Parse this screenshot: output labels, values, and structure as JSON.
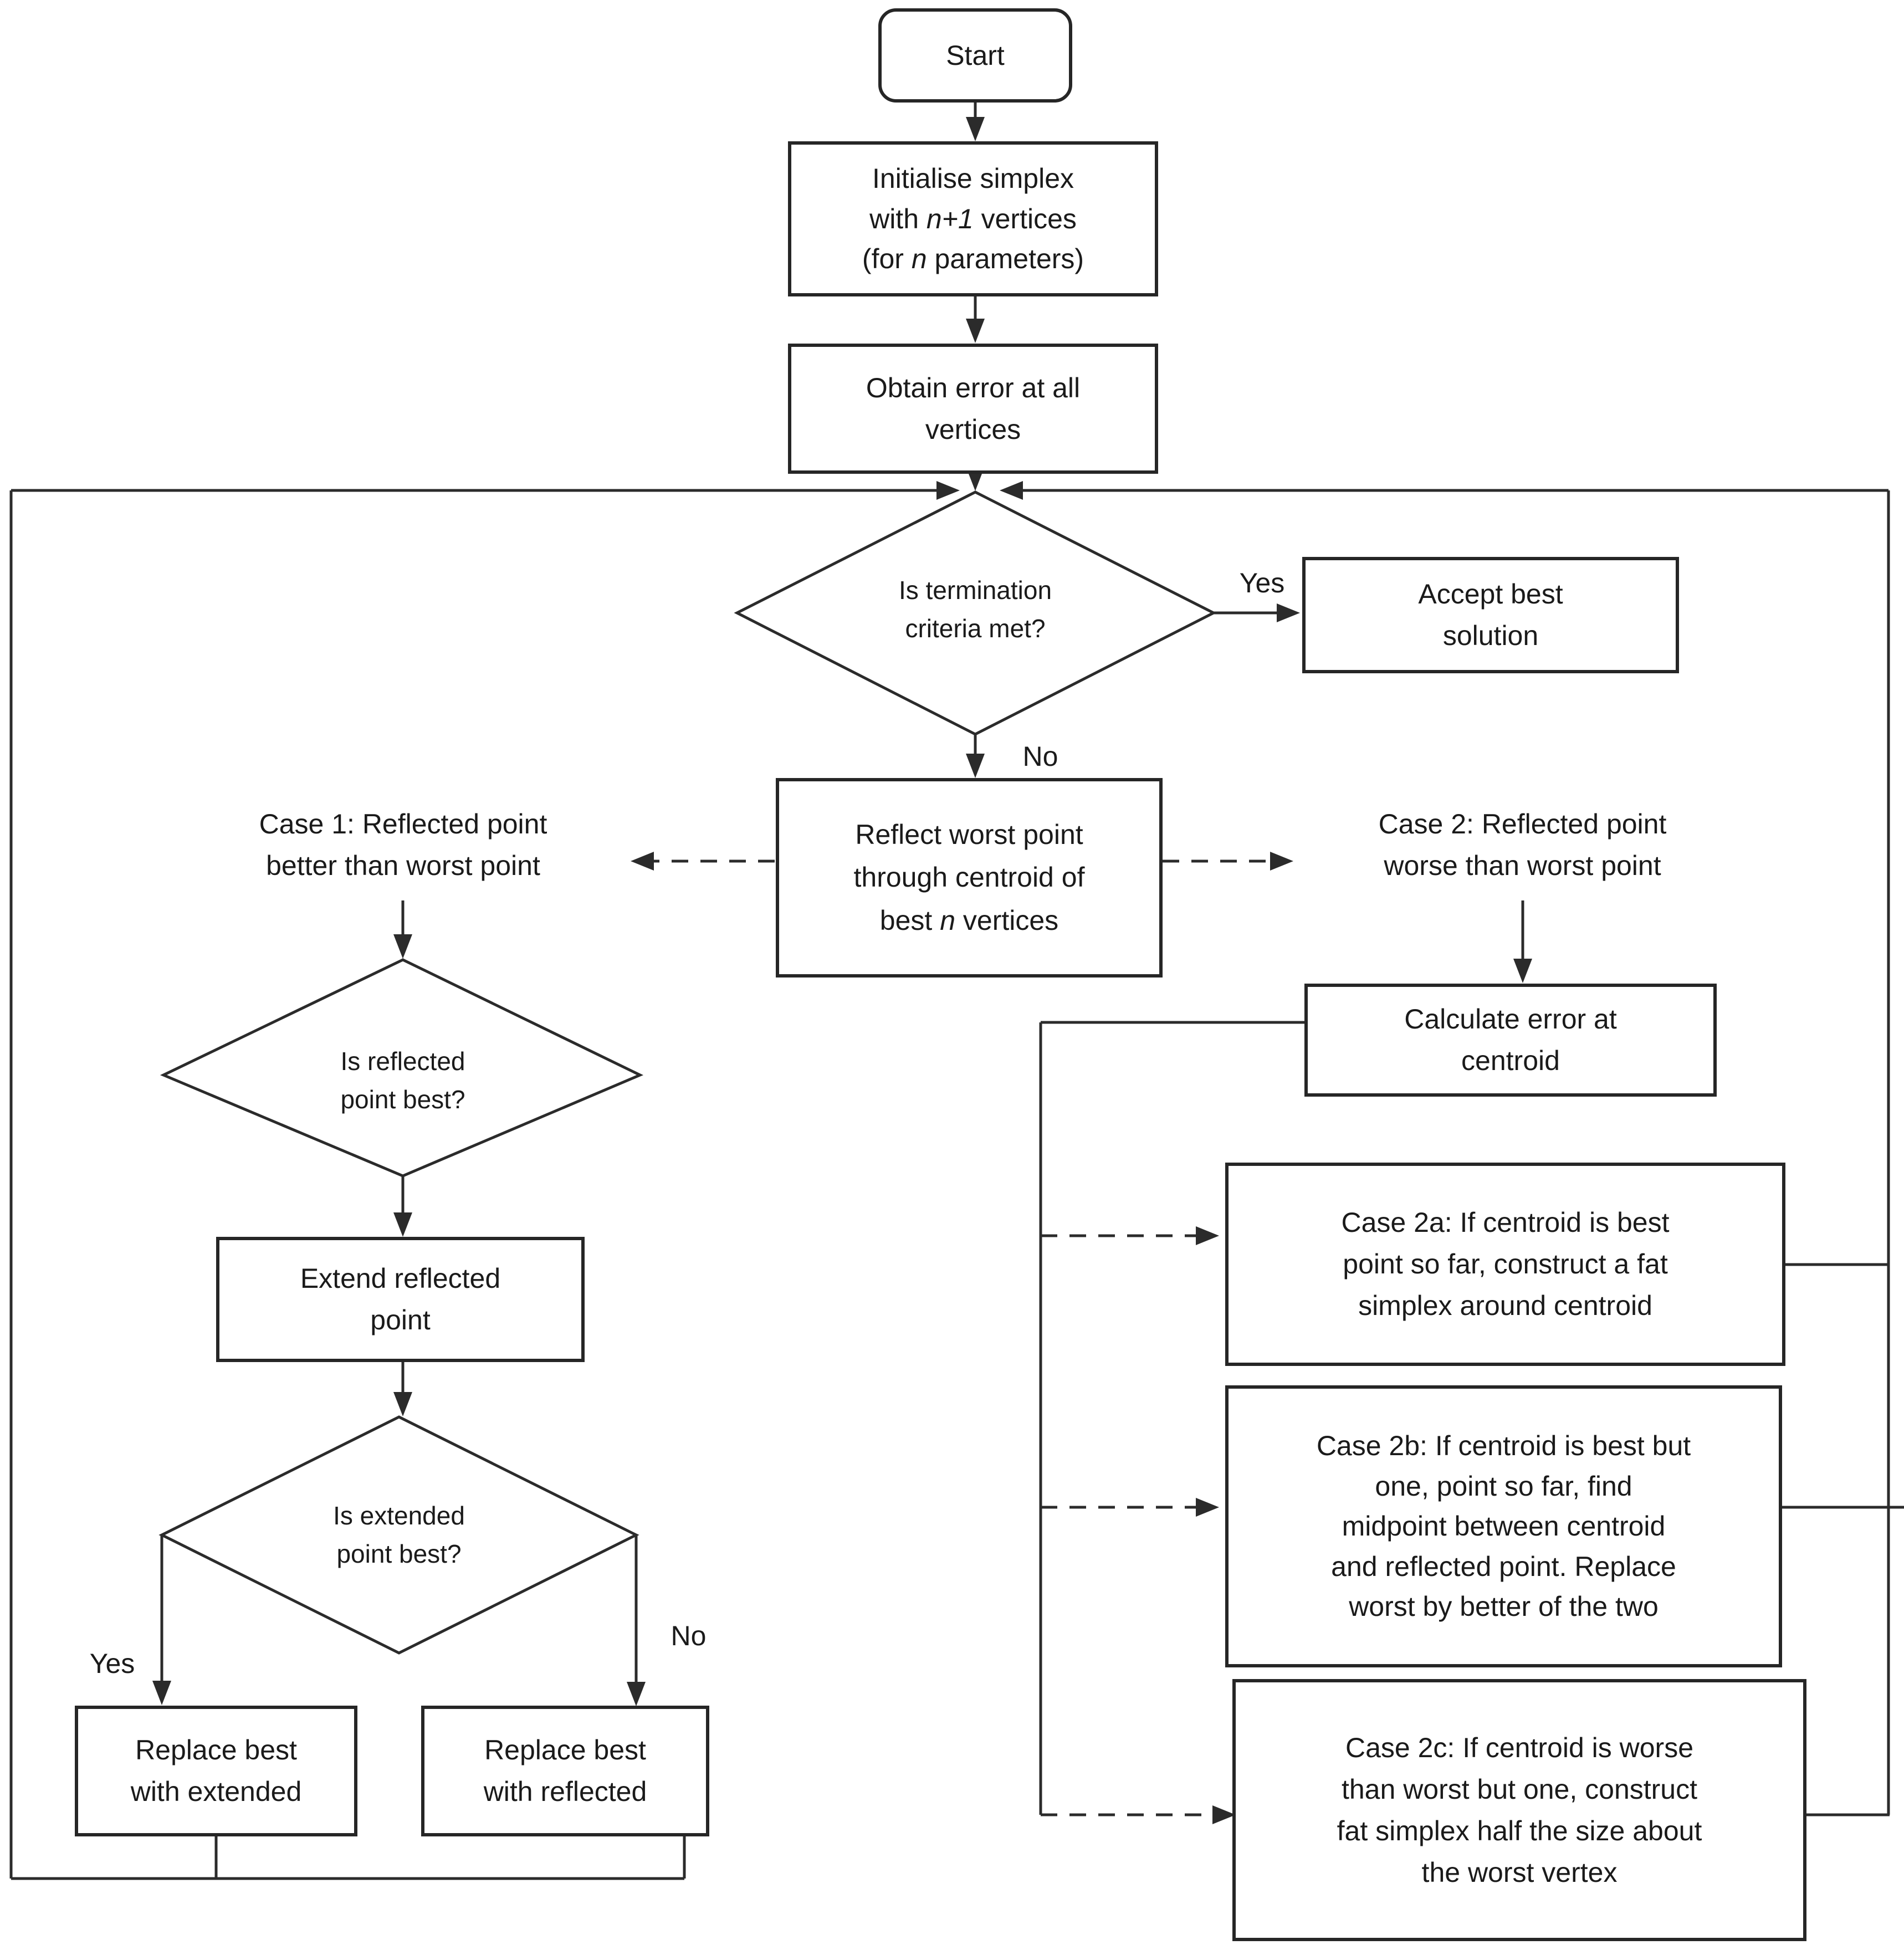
{
  "nodes": {
    "start": {
      "label": "Start"
    },
    "initialise": {
      "line1": "Initialise simplex",
      "line2_pre": "with ",
      "line2_italic": "n+1",
      "line2_post": " vertices",
      "line3_pre": "(for ",
      "line3_italic": "n",
      "line3_post": " parameters)"
    },
    "obtain": {
      "line1": "Obtain error at all",
      "line2": "vertices"
    },
    "terminate_decision": {
      "line1": "Is termination",
      "line2": "criteria met?"
    },
    "accept": {
      "line1": "Accept best",
      "line2": "solution"
    },
    "reflect": {
      "line1": "Reflect worst point",
      "line2": "through centroid of",
      "line3_pre": "best ",
      "line3_italic": "n",
      "line3_post": " vertices"
    },
    "case1_label": {
      "line1": "Case 1: Reflected point",
      "line2": "better than worst point"
    },
    "case2_label": {
      "line1": "Case 2: Reflected point",
      "line2": "worse than worst point"
    },
    "reflected_decision": {
      "line1": "Is reflected",
      "line2": "point best?"
    },
    "extend": {
      "line1": "Extend reflected",
      "line2": "point"
    },
    "extended_decision": {
      "line1": "Is extended",
      "line2": "point best?"
    },
    "replace_extended": {
      "line1": "Replace best",
      "line2": "with extended"
    },
    "replace_reflected": {
      "line1": "Replace best",
      "line2": "with reflected"
    },
    "calc_centroid": {
      "line1": "Calculate error at",
      "line2": "centroid"
    },
    "case2a": {
      "line1": "Case 2a: If centroid is best",
      "line2": "point so far, construct a fat",
      "line3": "simplex around centroid"
    },
    "case2b": {
      "line1": "Case 2b: If centroid is best but",
      "line2": "one, point so far, find",
      "line3": "midpoint between centroid",
      "line4": "and reflected point. Replace",
      "line5": "worst by better of the two"
    },
    "case2c": {
      "line1": "Case 2c: If centroid is worse",
      "line2": "than worst but one, construct",
      "line3": "fat simplex half the size about",
      "line4": "the worst vertex"
    }
  },
  "edge_labels": {
    "yes_top": "Yes",
    "no_top": "No",
    "yes_bottom": "Yes",
    "no_bottom": "No"
  },
  "colors": {
    "line": "#2b2b2b",
    "text": "#1a1a1a",
    "background": "#ffffff"
  }
}
